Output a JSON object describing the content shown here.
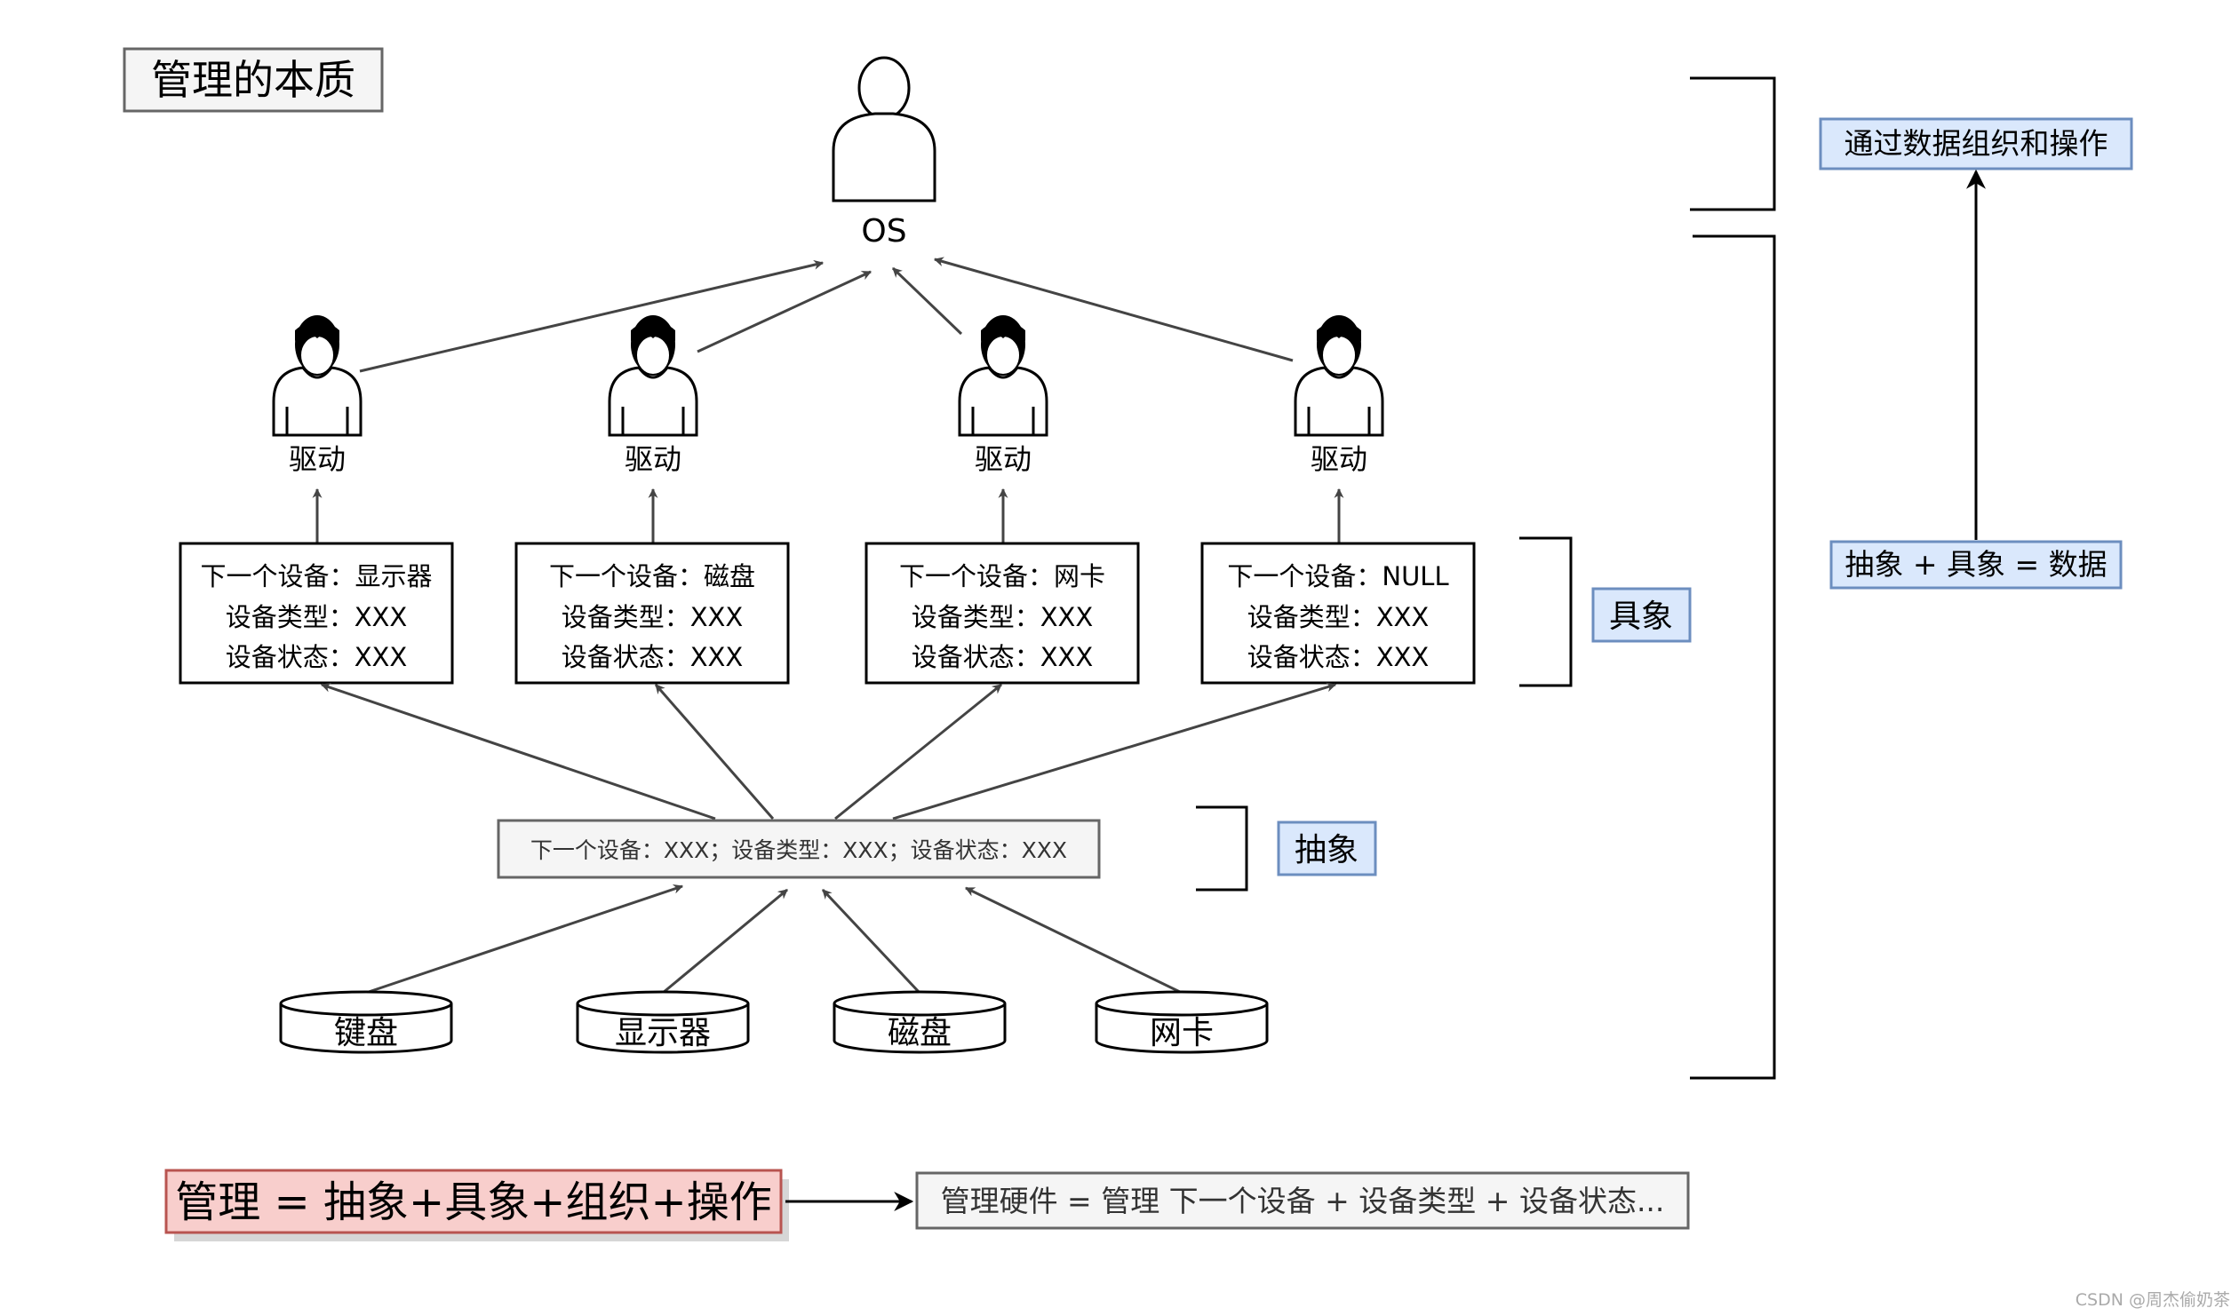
{
  "title": "管理的本质",
  "os_label": "OS",
  "drivers": [
    "驱动",
    "驱动",
    "驱动",
    "驱动"
  ],
  "concrete_boxes": [
    [
      "下一个设备：显示器",
      "设备类型：XXX",
      "设备状态：XXX"
    ],
    [
      "下一个设备：磁盘",
      "设备类型：XXX",
      "设备状态：XXX"
    ],
    [
      "下一个设备：网卡",
      "设备类型：XXX",
      "设备状态：XXX"
    ],
    [
      "下一个设备：NULL",
      "设备类型：XXX",
      "设备状态：XXX"
    ]
  ],
  "abstract_box": "下一个设备：XXX；设备类型：XXX；设备状态：XXX",
  "devices": [
    "键盘",
    "显示器",
    "磁盘",
    "网卡"
  ],
  "labels": {
    "concrete": "具象",
    "abstract": "抽象",
    "organize": "通过数据组织和操作",
    "formula": "抽象 + 具象 = 数据"
  },
  "bottom": {
    "main": "管理 = 抽象+具象+组织+操作",
    "detail": "管理硬件 = 管理 下一个设备 + 设备类型 + 设备状态..."
  },
  "watermark": "CSDN @周杰偷奶茶",
  "colors": {
    "blue_fill": "#dae8fc",
    "blue_stroke": "#6c8ebf",
    "red_fill": "#f8cecc",
    "red_stroke": "#b85450",
    "gray_fill": "#f5f5f5",
    "gray_stroke": "#666666",
    "arrow": "#444444"
  }
}
